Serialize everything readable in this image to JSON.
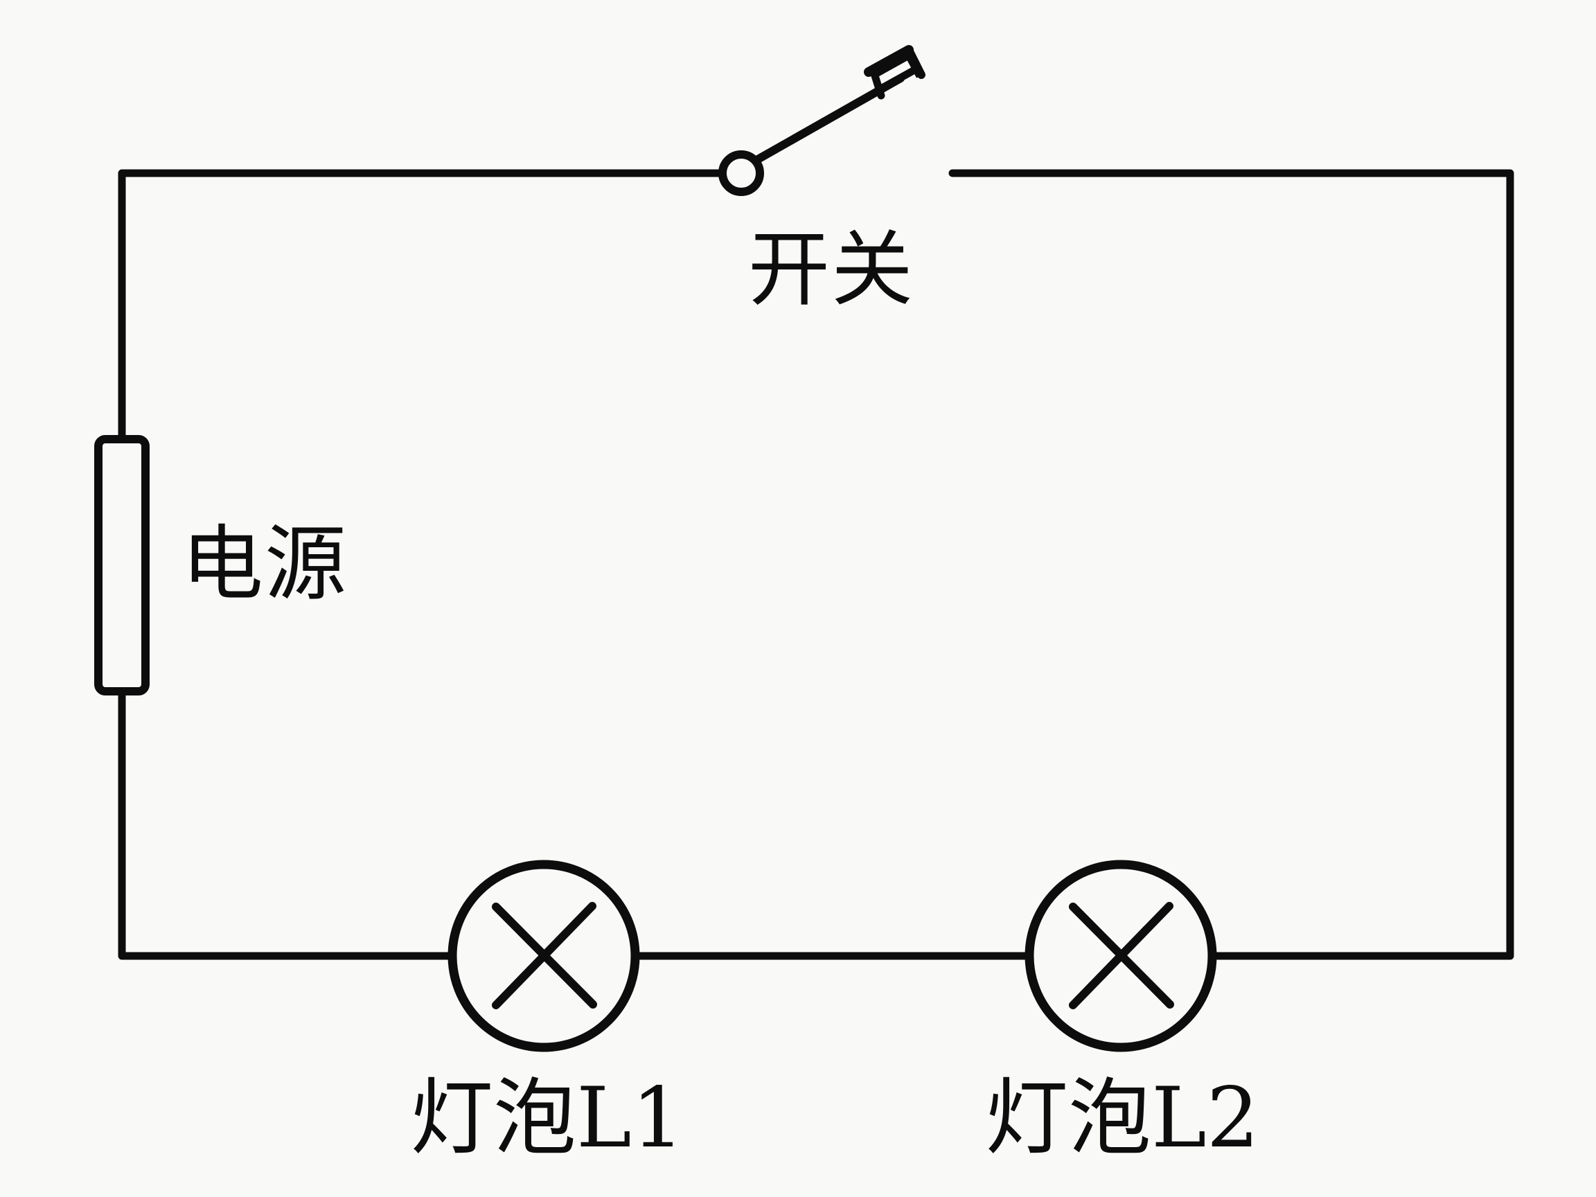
{
  "diagram": {
    "type": "circuit-schematic",
    "background": "#f9f9f8",
    "stroke_color": "#0d0d0d",
    "components": {
      "switch": {
        "label": "开关",
        "state": "open",
        "icon": "switch-open-icon"
      },
      "power": {
        "label": "电源",
        "icon": "battery-cell-icon"
      },
      "lamp1": {
        "label": "灯泡L1",
        "icon": "lamp-icon"
      },
      "lamp2": {
        "label": "灯泡L2",
        "icon": "lamp-icon"
      }
    },
    "connection": "series"
  }
}
